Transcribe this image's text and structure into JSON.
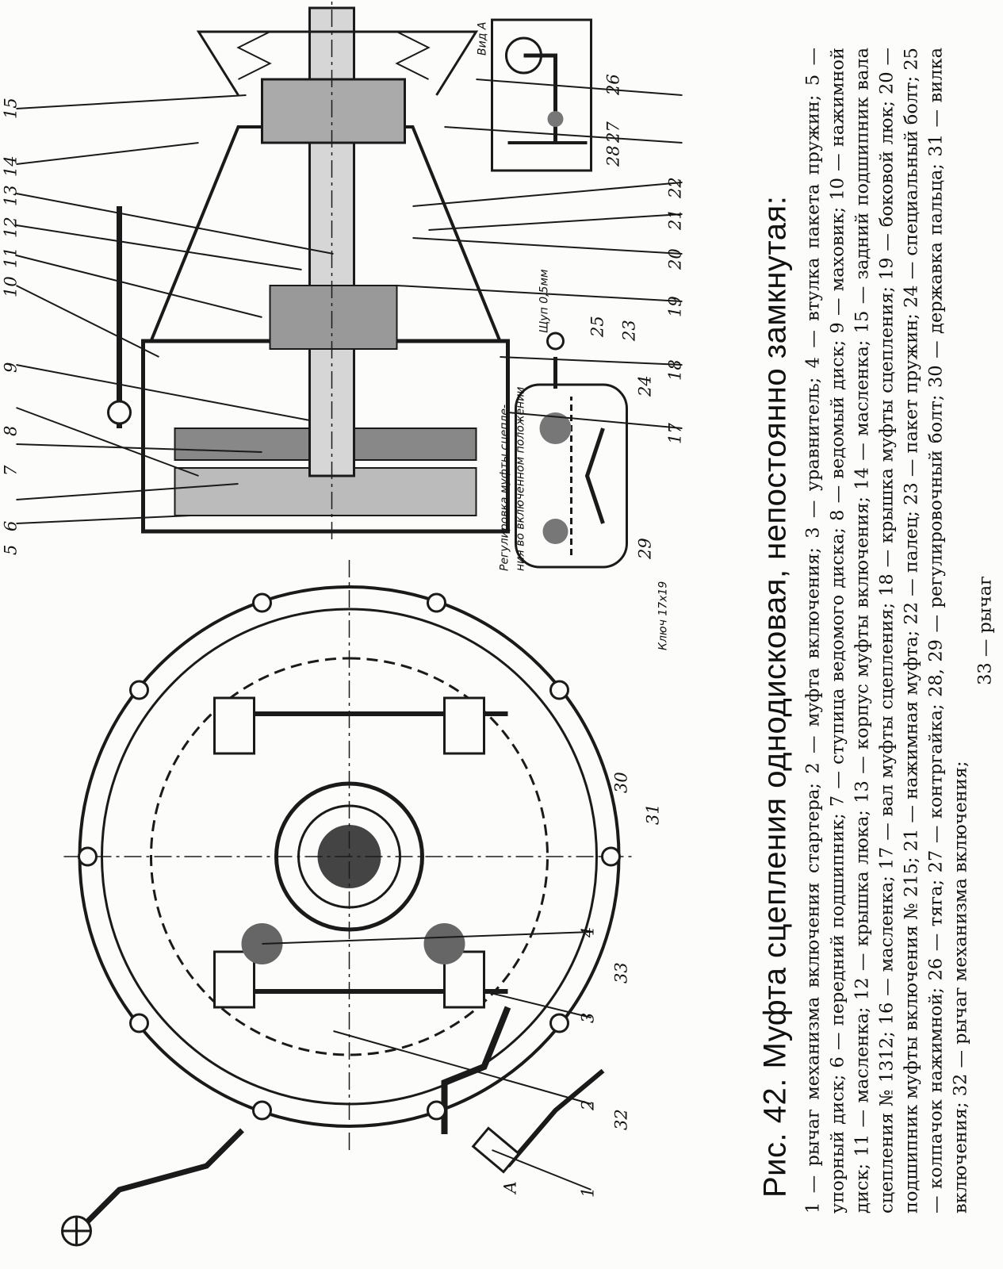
{
  "figure": {
    "caption_title": "Рис. 42. Муфта сцепления однодисковая, непостоянно замкнутая:",
    "legend_text": "1 — рычаг механизма включения стартера; 2 — муфта включения; 3 — уравнитель; 4 — втулка пакета пружин; 5 — упорный диск; 6 — передний подшипник; 7 — ступица ведомого диска; 8 — ведомый диск; 9 — маховик; 10 — нажимной диск; 11 — масленка; 12 — крышка люка; 13 — корпус муфты включения; 14 — масленка; 15 — задний подшипник вала сцепления № 1312; 16 — масленка; 17 — вал муфты сцепления; 18 — крышка муфты сцепления; 19 — боковой люк; 20 — подшипник муфты включения № 215; 21 — нажимная муфта; 22 — палец; 23 — пакет пружин; 24 — специальный болт; 25 — колпачок нажимной; 26 — тяга; 27 — контргайка; 28, 29 — регулировочный болт; 30 — державка пальца; 31 — вилка включения; 32 — рычаг механизма включения;",
    "legend_last": "33 — рычаг",
    "callouts": [
      "1",
      "2",
      "3",
      "4",
      "5",
      "6",
      "7",
      "8",
      "9",
      "10",
      "11",
      "12",
      "13",
      "14",
      "15",
      "17",
      "18",
      "19",
      "20",
      "21",
      "22",
      "23",
      "24",
      "25",
      "26",
      "27",
      "28",
      "29",
      "30",
      "31",
      "32",
      "33"
    ],
    "view_label": "Вид А",
    "arrow_label": "А",
    "feeler_note": "Щуп 0,5мм",
    "wrench_note": "Ключ 17х19",
    "inset_note_1": "Регулировка муфты сцепле-",
    "inset_note_2": "ния во вклю­ченном положении",
    "line_color": "#1a1a1a",
    "paper_color": "#fcfcfa"
  }
}
